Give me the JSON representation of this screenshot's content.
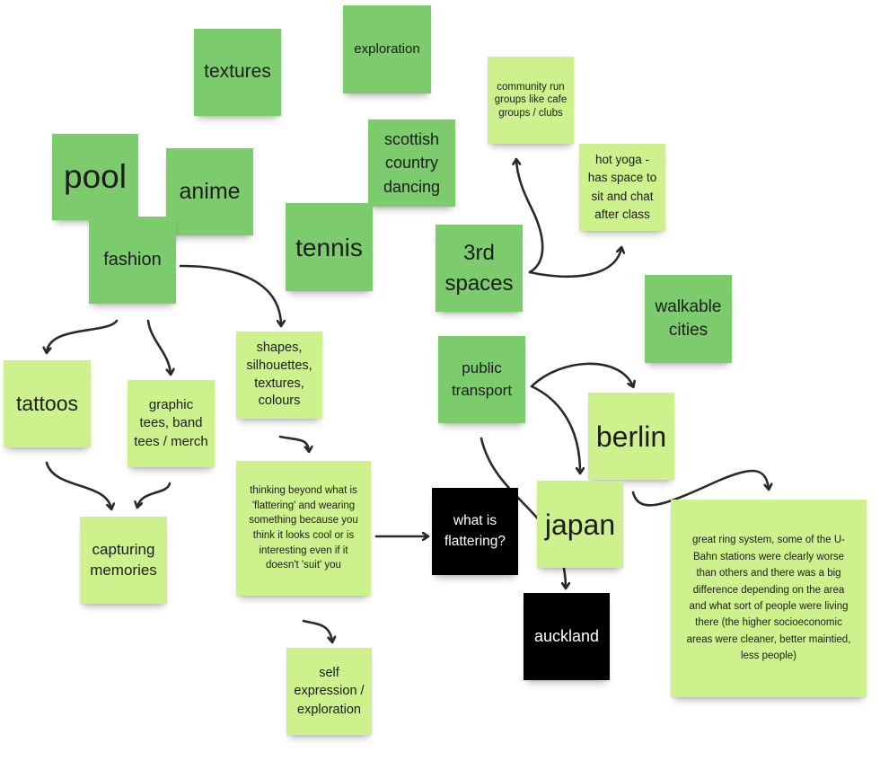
{
  "board": {
    "notes": {
      "textures": "textures",
      "exploration": "exploration",
      "community": "community run groups like cafe groups / clubs",
      "scottish": "scottish country dancing",
      "hot_yoga": "hot yoga - has space to sit and chat after class",
      "pool": "pool",
      "anime": "anime",
      "fashion": "fashion",
      "tennis": "tennis",
      "third_spaces": "3rd spaces",
      "walkable": "walkable cities",
      "tattoos": "tattoos",
      "graphic_tees": "graphic tees, band tees / merch",
      "shapes": "shapes, silhouettes, textures, colours",
      "public_transport": "public transport",
      "berlin": "berlin",
      "capturing": "capturing memories",
      "flattering_thoughts": "thinking beyond what is 'flattering' and wearing something because you think it looks cool or is interesting even if it doesn't 'suit' you",
      "what_flattering": "what is flattering?",
      "japan": "japan",
      "ring_system": "great ring system, some of the U-Bahn stations were clearly worse than others and there was a big difference depending on the area and what sort of people were living there (the higher socioeconomic areas were cleaner, better maintied, less people)",
      "auckland": "auckland",
      "self_expression": "self expression / exploration"
    }
  },
  "colors": {
    "dark_note": "#7ccb6c",
    "light_note": "#cdf18c",
    "black_note": "#000000",
    "arrow": "#2a2a2a"
  }
}
